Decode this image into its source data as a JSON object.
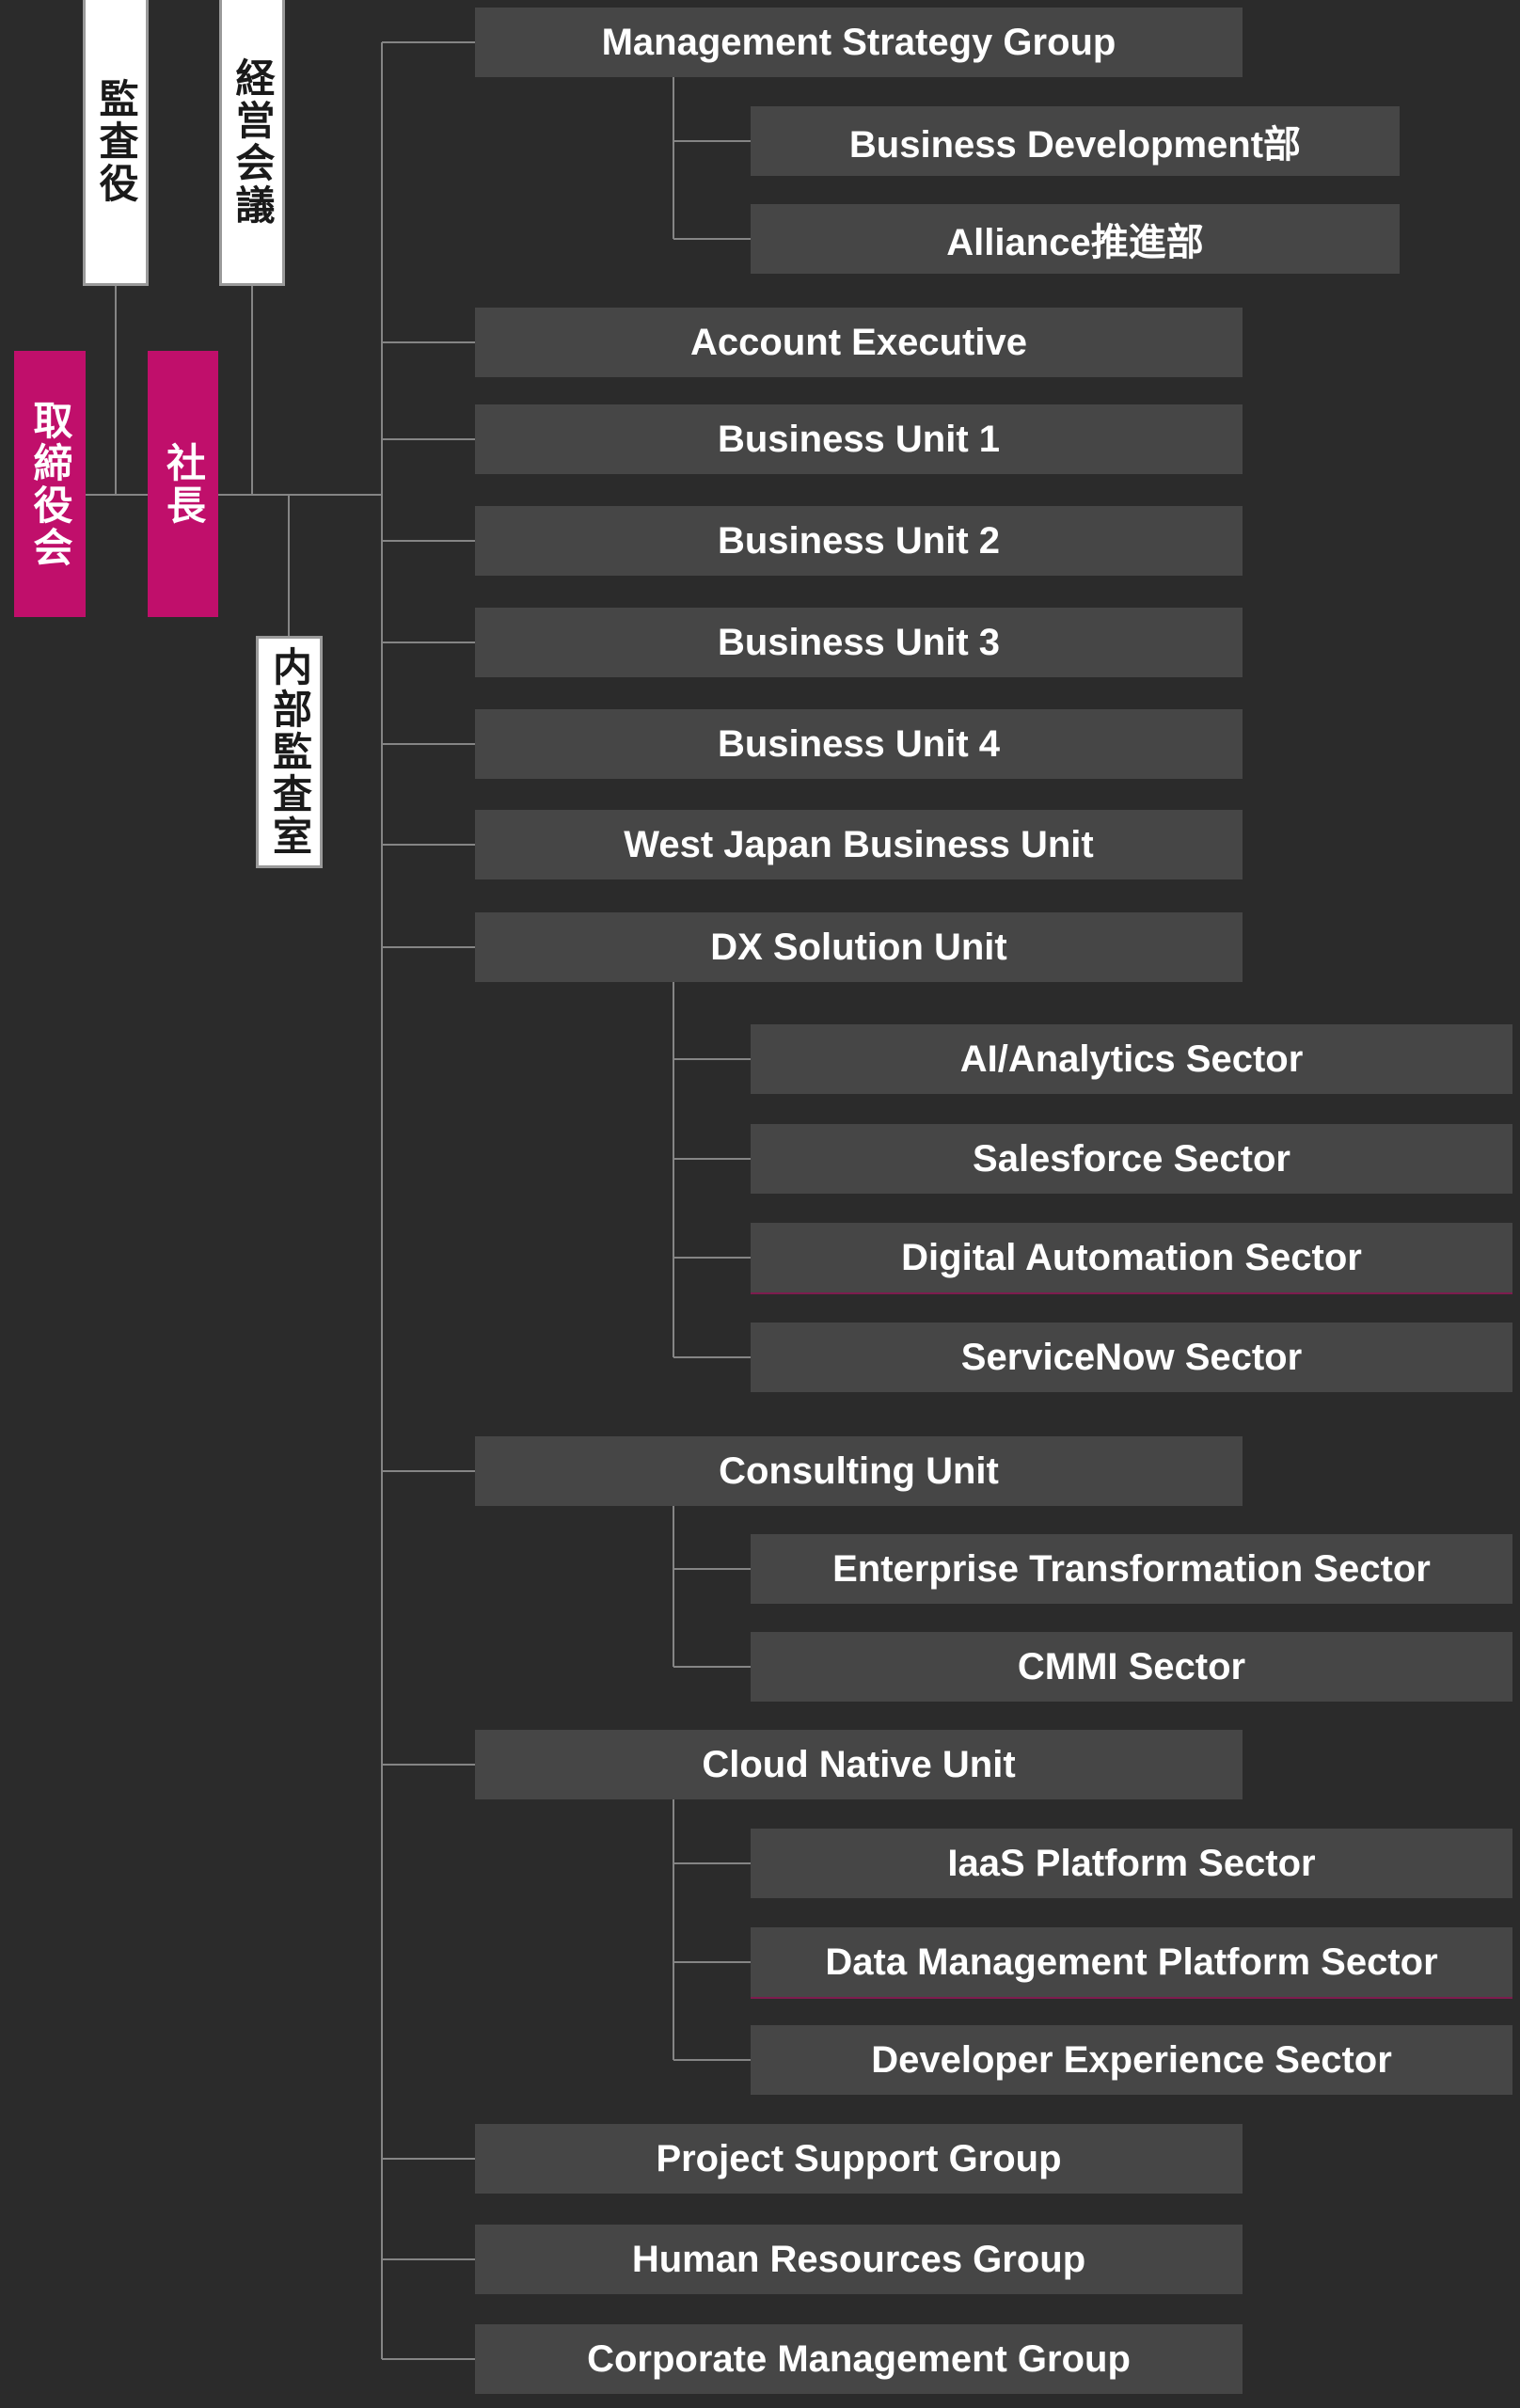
{
  "colors": {
    "background": "#2b2b2b",
    "bar_gray": "#464646",
    "accent_magenta": "#c00f6b",
    "connector_gray": "#858585",
    "box_white": "#ffffff",
    "box_border_gray": "#9a9a9a",
    "bar_text": "#ffffff",
    "white_box_text": "#1a1a1a"
  },
  "governance": {
    "kansayaku": "監査役",
    "keiei_kaigi": "経営会議",
    "torishimariyakukai": "取締役会",
    "shacho": "社長",
    "naibu_kansashitsu": "内部監査室"
  },
  "org": {
    "units": [
      {
        "label": "Management Strategy Group",
        "children": [
          {
            "label": "Business Development部"
          },
          {
            "label": "Alliance推進部"
          }
        ]
      },
      {
        "label": "Account Executive",
        "children": []
      },
      {
        "label": "Business Unit 1",
        "children": []
      },
      {
        "label": "Business Unit 2",
        "children": []
      },
      {
        "label": "Business Unit 3",
        "children": []
      },
      {
        "label": "Business Unit 4",
        "children": []
      },
      {
        "label": "West Japan Business Unit",
        "children": []
      },
      {
        "label": "DX Solution Unit",
        "children": [
          {
            "label": "AI/Analytics Sector"
          },
          {
            "label": "Salesforce Sector"
          },
          {
            "label": "Digital Automation Sector"
          },
          {
            "label": "ServiceNow Sector"
          }
        ]
      },
      {
        "label": "Consulting Unit",
        "children": [
          {
            "label": "Enterprise Transformation Sector"
          },
          {
            "label": "CMMI Sector"
          }
        ]
      },
      {
        "label": "Cloud Native Unit",
        "children": [
          {
            "label": "IaaS Platform Sector"
          },
          {
            "label": "Data Management Platform Sector"
          },
          {
            "label": "Developer Experience Sector"
          }
        ]
      },
      {
        "label": "Project Support Group",
        "children": []
      },
      {
        "label": "Human Resources Group",
        "children": []
      },
      {
        "label": "Corporate Management Group",
        "children": []
      }
    ]
  }
}
